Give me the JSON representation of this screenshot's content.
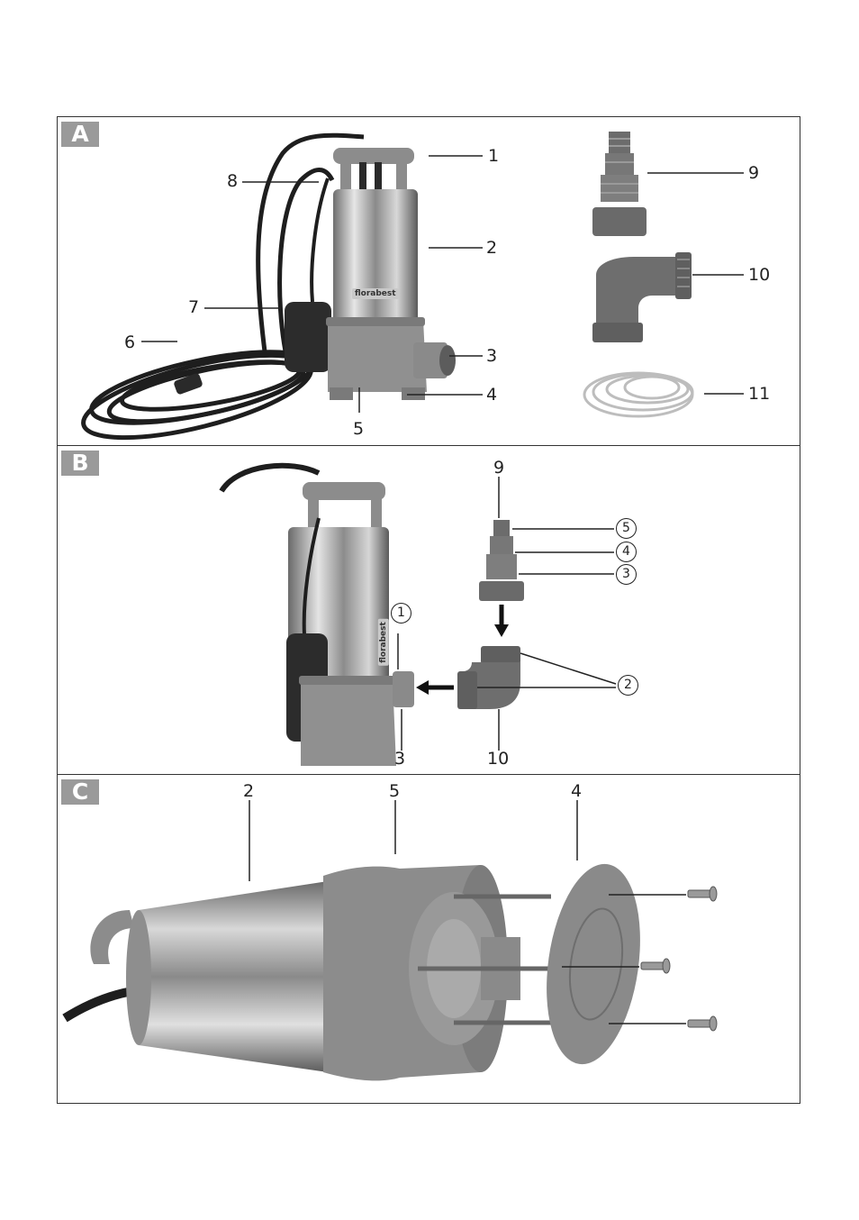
{
  "panels": {
    "a": {
      "letter": "A"
    },
    "b": {
      "letter": "B"
    },
    "c": {
      "letter": "C"
    }
  },
  "brand": "florabest",
  "callouts_a": {
    "l1": "1",
    "l2": "2",
    "l3": "3",
    "l4": "4",
    "l5": "5",
    "l6": "6",
    "l7": "7",
    "l8": "8",
    "l9": "9",
    "l10": "10",
    "l11": "11"
  },
  "callouts_b": {
    "l9": "9",
    "l10": "10",
    "l3": "3",
    "c1": "1",
    "c2": "2",
    "c3": "3",
    "c4": "4",
    "c5": "5"
  },
  "callouts_c": {
    "l2": "2",
    "l5": "5",
    "l4": "4"
  },
  "colors": {
    "gray_part": "#8c8c8c",
    "steel": "#b5b5b5",
    "dark": "#2a2a2a",
    "badge": "#9a9a9a"
  }
}
